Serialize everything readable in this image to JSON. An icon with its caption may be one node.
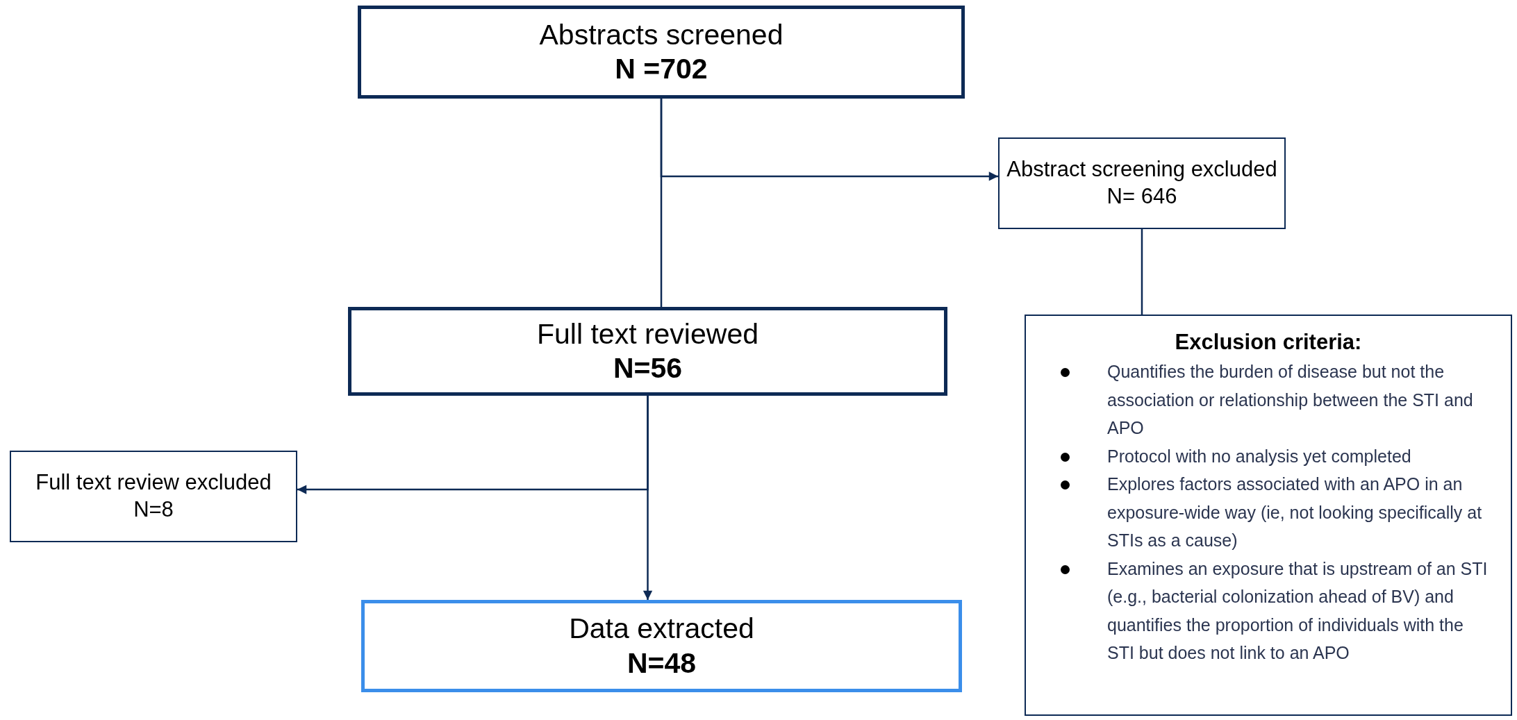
{
  "diagram": {
    "nodes": [
      {
        "text": [
          "Abstracts screened",
          "N =702"
        ]
      },
      {
        "text": [
          "Abstract screening excluded",
          "N= 646"
        ]
      },
      {
        "text": [
          "Full text reviewed",
          "N=56"
        ]
      },
      {
        "text": [
          "Full text review excluded",
          "N=8"
        ]
      },
      {
        "text": [
          "Data extracted",
          "N=48"
        ]
      },
      {
        "text": [
          "Exclusion criteria:",
          "Quantifies the burden of disease but not the association or relationship between the STI and APO",
          "Protocol with no analysis yet completed",
          "Explores factors associated with an APO in an exposure-wide way (ie, not looking specifically at STIs as a cause)",
          "Examines an exposure that is upstream of an STI (e.g., bacterial colonization ahead of BV) and quantifies the proportion of individuals with the STI but does not link to an APO"
        ]
      }
    ],
    "edges": [
      {
        "from": 0,
        "to": 2,
        "arrow": "none"
      },
      {
        "from": 0,
        "to": 1,
        "arrow": "to"
      },
      {
        "from": 1,
        "to": 5,
        "arrow": "none"
      },
      {
        "from": 2,
        "to": 4,
        "arrow": "to"
      },
      {
        "from": 2,
        "to": 3,
        "arrow": "to"
      }
    ]
  }
}
